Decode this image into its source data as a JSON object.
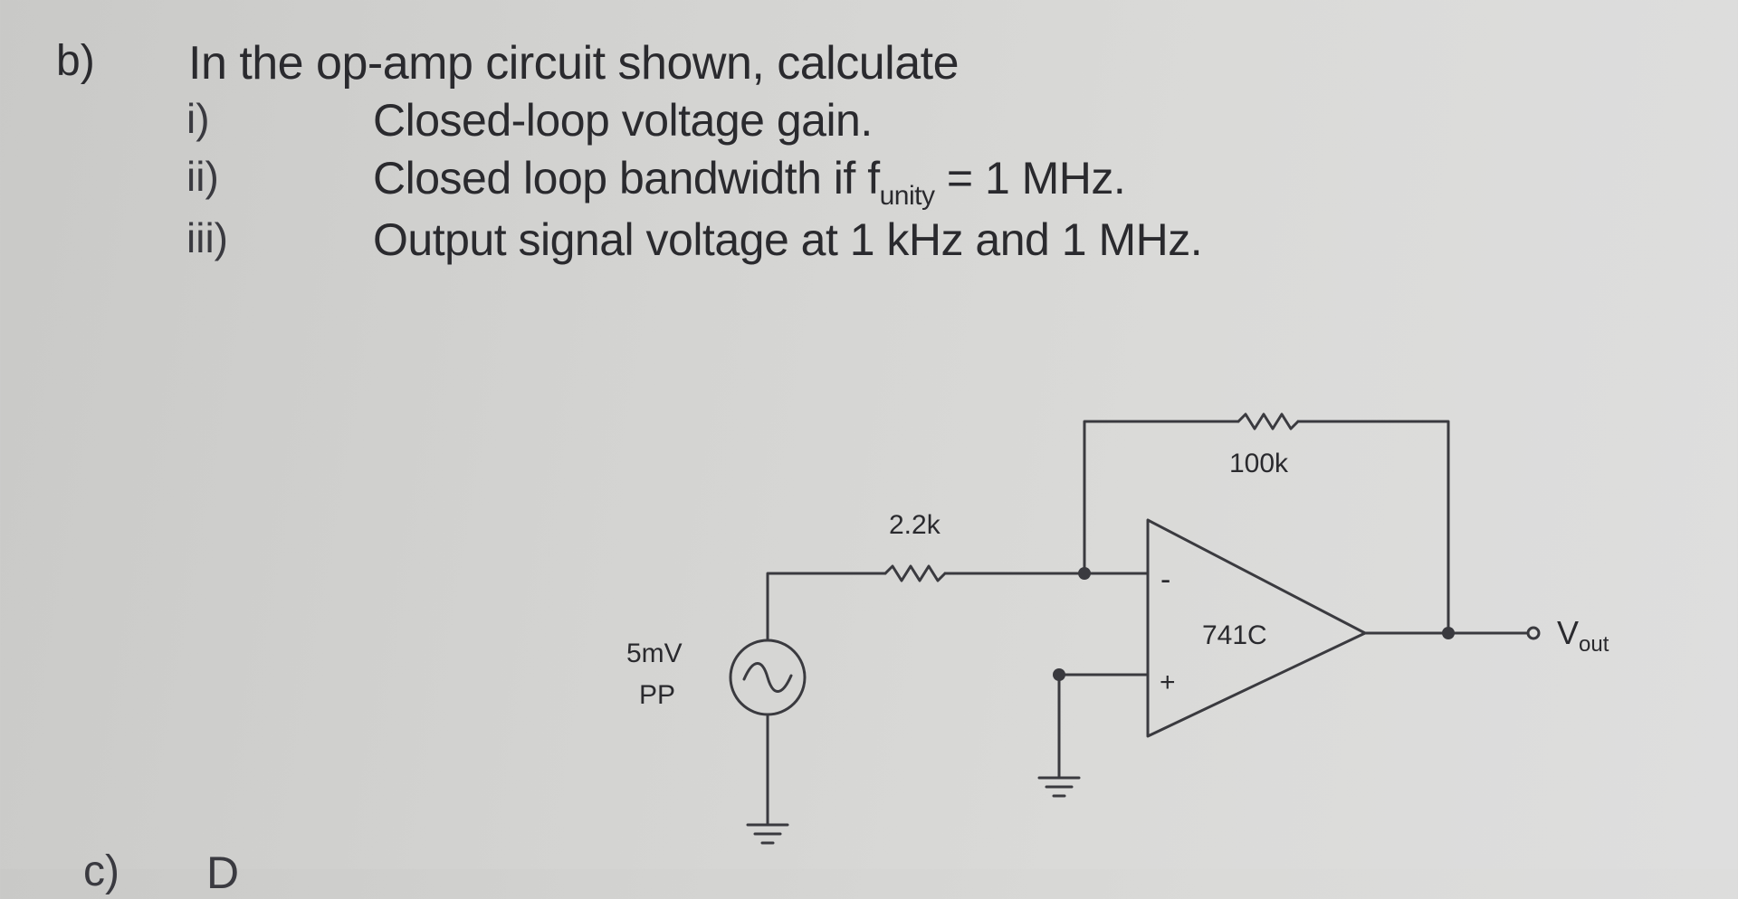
{
  "question": {
    "label": "b)",
    "title": "In the op-amp circuit shown, calculate",
    "items": [
      {
        "num": "i)",
        "text": "Closed-loop voltage gain."
      },
      {
        "num": "ii)",
        "text_before": "Closed loop bandwidth if f",
        "subscript": "unity",
        "text_after": " = 1 MHz."
      },
      {
        "num": "iii)",
        "text": "Output signal voltage at 1 kHz and 1 MHz."
      }
    ]
  },
  "circuit": {
    "input_resistor": "2.2k",
    "feedback_resistor": "100k",
    "opamp": "741C",
    "inverting_sign": "-",
    "noninverting_sign": "+",
    "source_amplitude": "5mV",
    "source_type": "PP",
    "output_label": "V",
    "output_subscript": "out"
  },
  "next_question": {
    "label": "c)",
    "text": "D"
  }
}
